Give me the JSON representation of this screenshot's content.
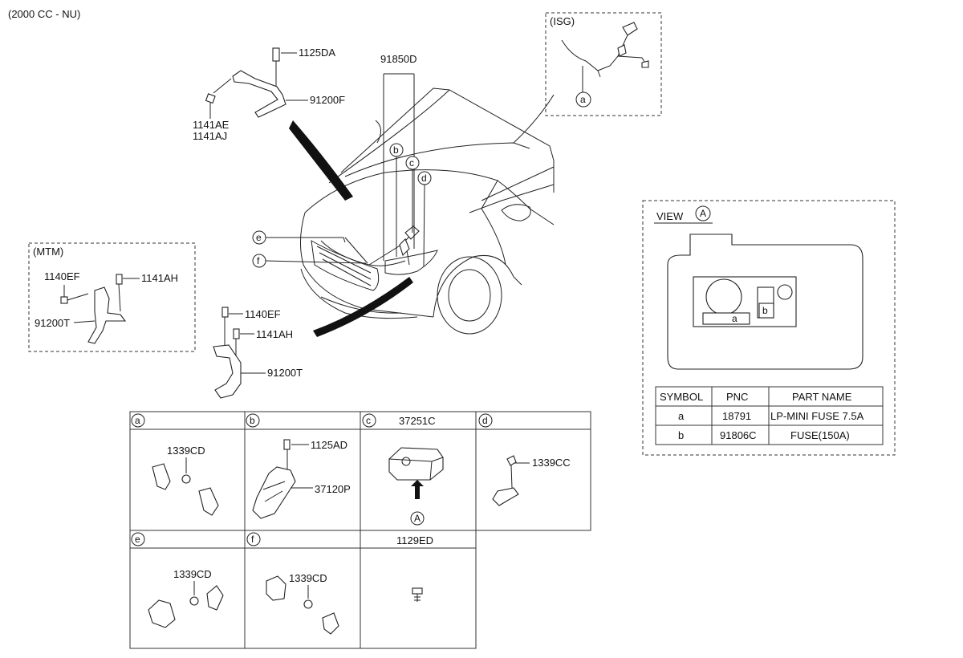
{
  "header": {
    "engine": "(2000 CC - NU)"
  },
  "main_view": {
    "callouts": {
      "p91850D": "91850D",
      "p1125DA": "1125DA",
      "p91200F": "91200F",
      "p1141AE": "1141AE",
      "p1141AJ": "1141AJ",
      "p1140EF": "1140EF",
      "p1141AH": "1141AH",
      "p91200T": "91200T"
    },
    "markers": {
      "b": "b",
      "c": "c",
      "d": "d",
      "e": "e",
      "f": "f"
    }
  },
  "isg_box": {
    "title": "(ISG)",
    "marker": "a"
  },
  "mtm_box": {
    "title": "(MTM)",
    "callouts": {
      "p1140EF": "1140EF",
      "p1141AH": "1141AH",
      "p91200T": "91200T"
    }
  },
  "view_a": {
    "title": "VIEW",
    "marker": "A",
    "fuse_labels": {
      "a": "a",
      "b": "b"
    },
    "table": {
      "headers": [
        "SYMBOL",
        "PNC",
        "PART NAME"
      ],
      "rows": [
        [
          "a",
          "18791",
          "LP-MINI FUSE 7.5A"
        ],
        [
          "b",
          "91806C",
          "FUSE(150A)"
        ]
      ]
    }
  },
  "detail_grid": {
    "cells": [
      {
        "marker": "a",
        "header": "",
        "labels": [
          "1339CD"
        ]
      },
      {
        "marker": "b",
        "header": "",
        "labels": [
          "1125AD",
          "37120P"
        ]
      },
      {
        "marker": "c",
        "header": "37251C",
        "labels": [],
        "view_marker": "A"
      },
      {
        "marker": "d",
        "header": "",
        "labels": [
          "1339CC"
        ]
      },
      {
        "marker": "e",
        "header": "",
        "labels": [
          "1339CD"
        ]
      },
      {
        "marker": "f",
        "header": "",
        "labels": [
          "1339CD"
        ]
      },
      {
        "marker": "",
        "header": "1129ED",
        "labels": []
      }
    ]
  }
}
